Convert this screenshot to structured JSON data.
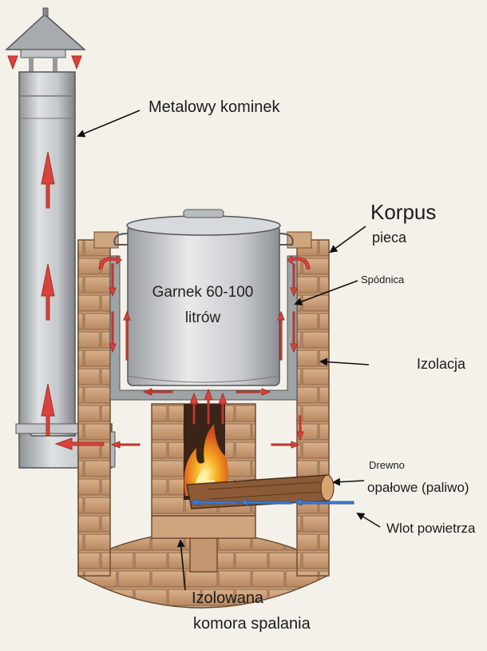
{
  "labels": {
    "chimney": "Metalowy kominek",
    "body_line1": "Korpus",
    "body_line2": "pieca",
    "skirt": "Spódnica",
    "insulation": "Izolacja",
    "pot_line1": "Garnek 60-100",
    "pot_line2": "litrów",
    "wood_line1": "Drewno",
    "wood_line2": "opałowe (paliwo)",
    "air_inlet": "Wlot powietrza",
    "chamber_line1": "Izolowana",
    "chamber_line2": "komora spalania"
  },
  "colors": {
    "background": "#f4f1ea",
    "brick": "#c79a72",
    "metal": "#b8bcc0",
    "hot_air_arrow": "#d9433c",
    "cold_air_arrow": "#3f7fd1",
    "flame": "#f4a21c"
  }
}
